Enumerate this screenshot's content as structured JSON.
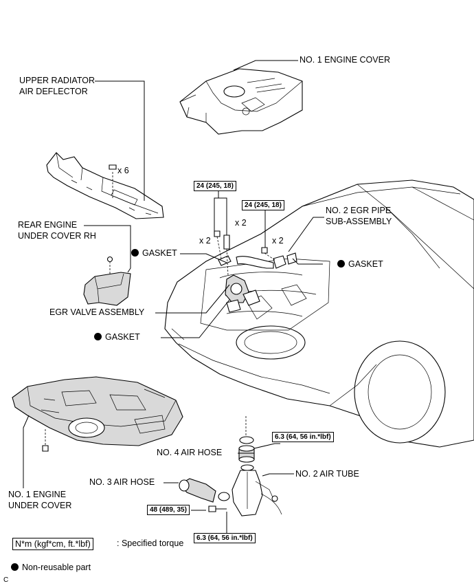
{
  "labels": {
    "no1_engine_cover": "NO. 1 ENGINE COVER",
    "upper_radiator_air_deflector": [
      "UPPER RADIATOR",
      "AIR DEFLECTOR"
    ],
    "x6": "x 6",
    "rear_engine_under_cover_rh": [
      "REAR ENGINE",
      "UNDER COVER RH"
    ],
    "gasket": "GASKET",
    "egr_valve_assembly": "EGR VALVE ASSEMBLY",
    "no2_egr_pipe": [
      "NO. 2 EGR PIPE",
      "SUB-ASSEMBLY"
    ],
    "x2": "x 2",
    "no4_air_hose": "NO. 4 AIR HOSE",
    "no3_air_hose": "NO. 3 AIR HOSE",
    "no2_air_tube": "NO. 2 AIR TUBE",
    "no1_engine_under_cover": [
      "NO. 1 ENGINE",
      "UNDER COVER"
    ]
  },
  "torque_specs": {
    "bolt_left": "24 (245, 18)",
    "bolt_right": "24 (245, 18)",
    "clamp_top": "6.3 (64, 56 in.*lbf)",
    "bolt_tube": "48 (489, 35)",
    "clamp_bottom": "6.3 (64, 56 in.*lbf)"
  },
  "legend": {
    "torque_box": "N*m (kgf*cm, ft.*lbf)",
    "torque_desc": ": Specified torque",
    "non_reusable": "Non-reusable part"
  },
  "figure_code": "C"
}
